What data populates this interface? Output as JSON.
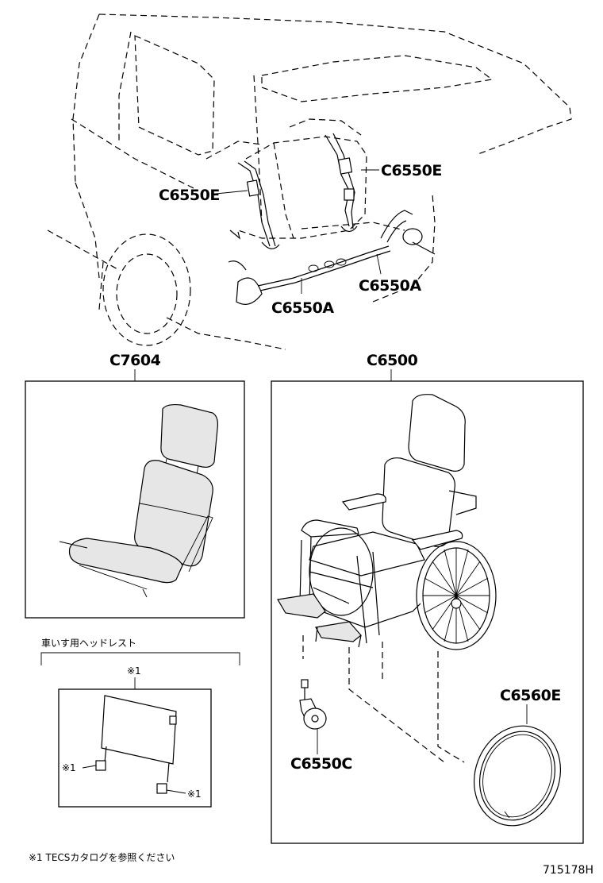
{
  "callouts": {
    "c6550e_right": "C6550E",
    "c6550e_left": "C6550E",
    "c6550a_right": "C6550A",
    "c6550a_left": "C6550A",
    "c7604": "C7604",
    "c6500": "C6500",
    "c6560e": "C6560E",
    "c6550c": "C6550C"
  },
  "headrest_section": {
    "title": "車いす用ヘッドレスト",
    "mark_top": "※1",
    "mark_left": "※1",
    "mark_right": "※1"
  },
  "footnote": "※1 TECSカタログを参照ください",
  "drawing_number": "715178H"
}
